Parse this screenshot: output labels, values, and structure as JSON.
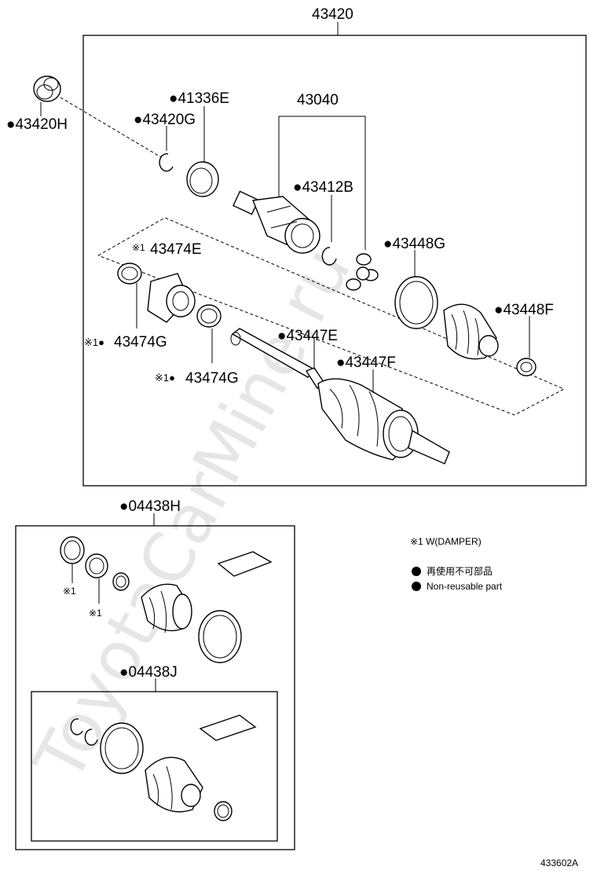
{
  "watermark": "ToyotaCarMine.ru",
  "assembly": {
    "number": "43420"
  },
  "subassembly": {
    "number": "43040"
  },
  "parts": {
    "p43420H": "●43420H",
    "p43420G": "●43420G",
    "p41336E": "●41336E",
    "p43412B": "●43412B",
    "p43474E": "43474E",
    "p43474G_a": "43474G",
    "p43474G_b": "43474G",
    "p43448G": "●43448G",
    "p43448F": "●43448F",
    "p43447E": "●43447E",
    "p43447F": "●43447F"
  },
  "marks": {
    "damper_mark_small": "※1",
    "damper_mark_prefix": "※1●",
    "damper_mark_prefix2": "※1●"
  },
  "kits": {
    "k04438H": "●04438H",
    "k04438J": "●04438J",
    "kit_mark_1": "※1",
    "kit_mark_2": "※1"
  },
  "legend": {
    "note1": "※1 W(DAMPER)",
    "note2_jp": "再使用不可部品",
    "note2_en": "Non-reusable part"
  },
  "figure_code": "433602A"
}
